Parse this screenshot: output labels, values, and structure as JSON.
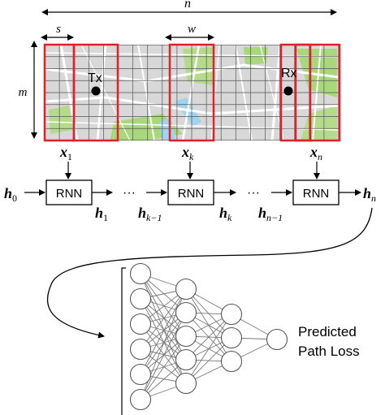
{
  "dimensions": {
    "n_label": "n",
    "s_label": "s",
    "w_label": "w",
    "m_label": "m"
  },
  "map": {
    "tx_label": "Tx",
    "rx_label": "Rx"
  },
  "inputs": {
    "x1": {
      "base": "x",
      "sub": "1"
    },
    "xk": {
      "base": "x",
      "sub": "k"
    },
    "xn": {
      "base": "x",
      "sub": "n"
    }
  },
  "rnn": {
    "block_label": "RNN",
    "h0": {
      "base": "h",
      "sub": "0"
    },
    "h1": {
      "base": "h",
      "sub": "1"
    },
    "hk_minus_1": {
      "base": "h",
      "sub": "k−1"
    },
    "hk": {
      "base": "h",
      "sub": "k"
    },
    "hn_minus_1": {
      "base": "h",
      "sub": "n−1"
    },
    "hn": {
      "base": "h",
      "sub": "n"
    },
    "ellipsis": "···"
  },
  "output": {
    "line1": "Predicted",
    "line2": "Path Loss"
  },
  "colors": {
    "window_red": "#e0202a",
    "map_road": "#ffffff",
    "map_block": "#dcdcdc",
    "map_park": "#a9d77b",
    "map_water": "#9fd3ef",
    "grid": "#555555"
  }
}
